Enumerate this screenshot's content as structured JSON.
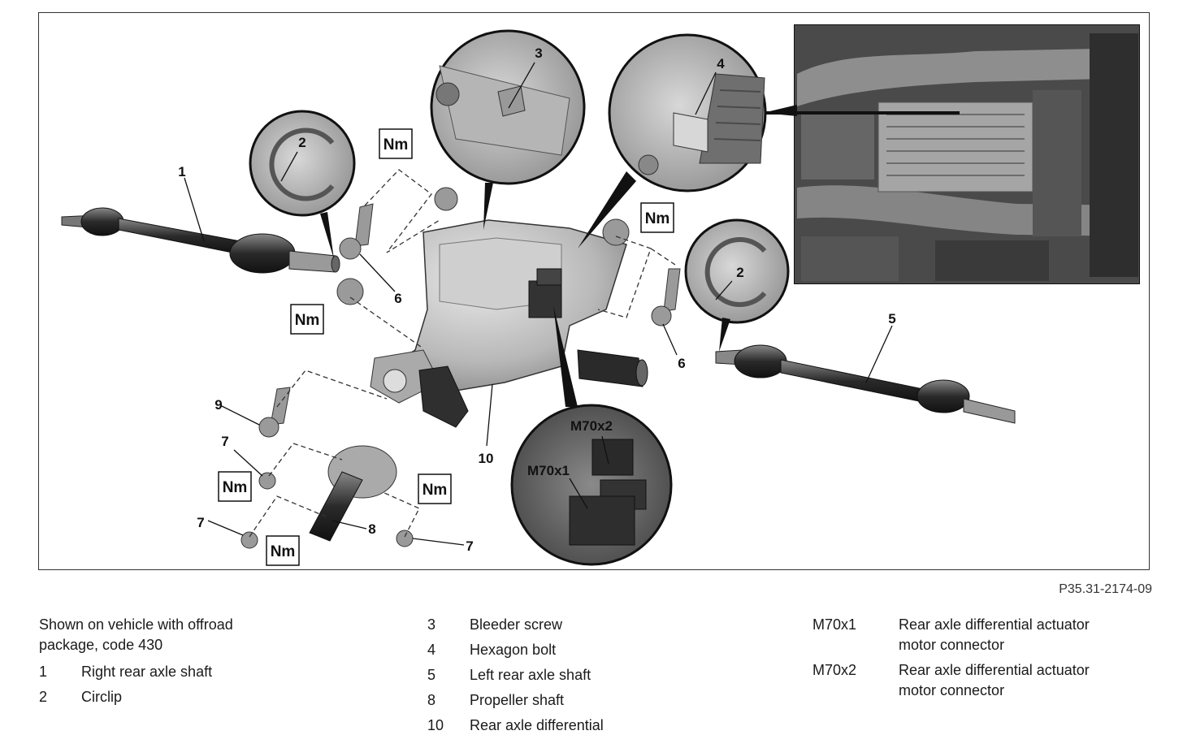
{
  "figure_id": "P35.31-2174-09",
  "note": "Shown on vehicle with offroad package, code 430",
  "legend": {
    "col1": [
      {
        "key": "1",
        "text": "Right rear axle shaft"
      },
      {
        "key": "2",
        "text": "Circlip"
      }
    ],
    "col2": [
      {
        "key": "3",
        "text": "Bleeder screw"
      },
      {
        "key": "4",
        "text": "Hexagon bolt"
      },
      {
        "key": "5",
        "text": "Left rear axle shaft"
      },
      {
        "key": "8",
        "text": "Propeller shaft"
      },
      {
        "key": "10",
        "text": "Rear axle differential"
      }
    ],
    "col3": [
      {
        "key": "M70x1",
        "text": "Rear axle differential actuator motor connector"
      },
      {
        "key": "M70x2",
        "text": "Rear axle differential actuator motor connector"
      }
    ]
  },
  "callouts": {
    "c1": "1",
    "c2a": "2",
    "c2b": "2",
    "c3": "3",
    "c4": "4",
    "c5": "5",
    "c6a": "6",
    "c6b": "6",
    "c7a": "7",
    "c7b": "7",
    "c7c": "7",
    "c8": "8",
    "c9": "9",
    "c10": "10",
    "m70x2": "M70x2",
    "m70x1": "M70x1"
  },
  "torque_label": "Nm"
}
